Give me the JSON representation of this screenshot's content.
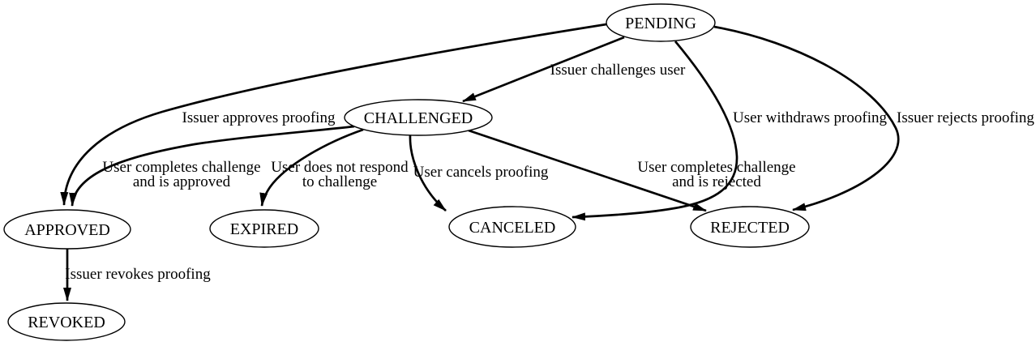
{
  "diagram": {
    "title": "proofing state diagram",
    "colors": {
      "background": "#ffffff",
      "stroke": "#000000",
      "text": "#000000"
    },
    "nodes": {
      "pending": "PENDING",
      "challenged": "CHALLENGED",
      "approved": "APPROVED",
      "expired": "EXPIRED",
      "canceled": "CANCELED",
      "rejected": "REJECTED",
      "revoked": "REVOKED"
    },
    "edges": {
      "pending_challenged": "Issuer challenges user",
      "pending_approved": "Issuer approves proofing",
      "pending_canceled": "User withdraws proofing",
      "pending_rejected": "Issuer rejects proofing",
      "challenged_approved_line1": "User completes challenge",
      "challenged_approved_line2": "and is approved",
      "challenged_expired_line1": "User does not respond",
      "challenged_expired_line2": "to challenge",
      "challenged_canceled": "User cancels proofing",
      "challenged_rejected_line1": "User completes challenge",
      "challenged_rejected_line2": "and is rejected",
      "approved_revoked": "Issuer revokes proofing"
    }
  }
}
